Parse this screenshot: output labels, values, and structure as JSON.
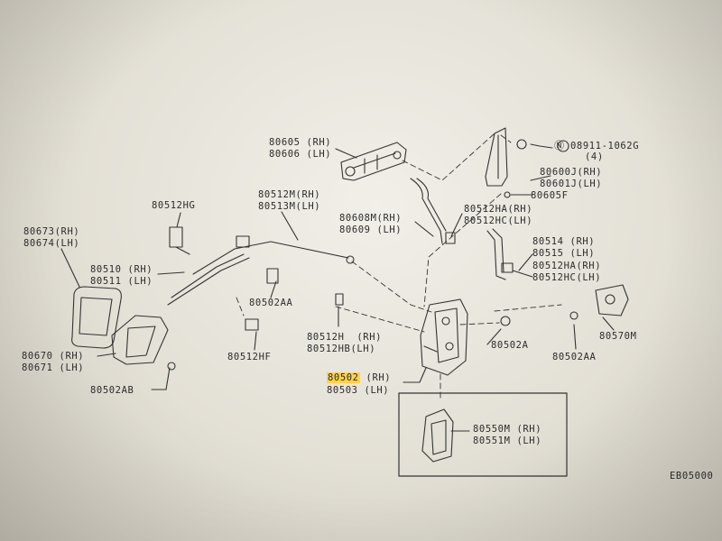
{
  "colors": {
    "ink": "#2b2b2b",
    "highlight": "#ffd24a",
    "paper": "#eae7df"
  },
  "callouts": {
    "lock_cylinder_rh": "80605 (RH)",
    "lock_cylinder_lh": "80606 (LH)",
    "clip_rh": "80600J(RH)",
    "clip_lh": "80601J(LH)",
    "bolt_number": "08911-1062G",
    "bolt_qty": "(4)",
    "retainer": "80605F",
    "bracket_hg": "80512HG",
    "rod_m_rh": "80512M(RH)",
    "rod_m_lh": "80513M(LH)",
    "rod_608_rh": "80608M(RH)",
    "rod_609_lh": "80609 (LH)",
    "clip_ha": "80512HA(RH)",
    "clip_hc": "80512HC(LH)",
    "rod_514_rh": "80514 (RH)",
    "rod_515_lh": "80515 (LH)",
    "clip_ha2": "80512HA(RH)",
    "clip_hc2": "80512HC(LH)",
    "handle_rh": "80673(RH)",
    "handle_lh": "80674(LH)",
    "cable_rh": "80510 (RH)",
    "cable_lh": "80511 (LH)",
    "screw_aa": "80502AA",
    "clip_h_rh": "80512H  (RH)",
    "clip_hb_lh": "80512HB(LH)",
    "screw_a": "80502A",
    "actuator": "80570M",
    "screw_aa_right": "80502AA",
    "inner_handle_rh": "80670 (RH)",
    "inner_handle_lh": "80671 (LH)",
    "screw_ab": "80502AB",
    "clip_hf": "80512HF",
    "lock_code_rh": "80502",
    "lock_rh_suffix": " (RH)",
    "lock_lh": "80503 (LH)",
    "latch_rh": "80550M (RH)",
    "latch_lh": "80551M (LH)",
    "corner_code": "EB05000"
  }
}
